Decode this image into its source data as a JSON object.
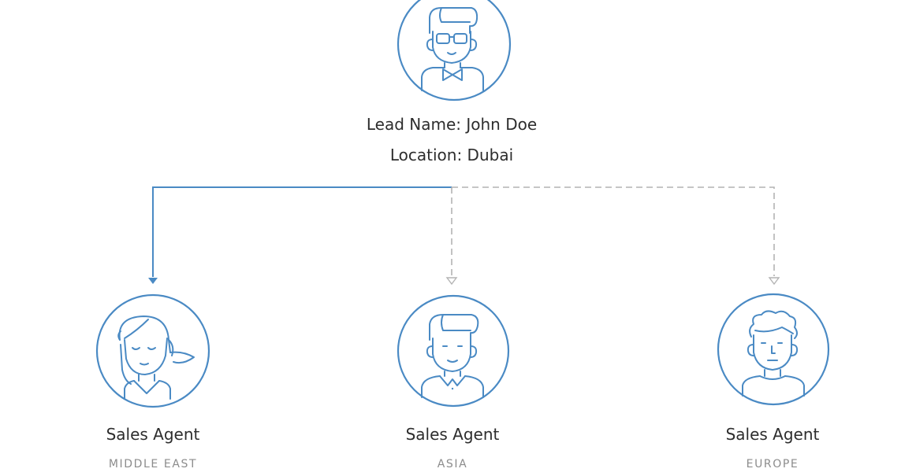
{
  "lead": {
    "name_line": "Lead Name: John Doe",
    "location_line": "Location: Dubai"
  },
  "agents": [
    {
      "title": "Sales Agent",
      "region": "MIDDLE EAST",
      "assigned": true
    },
    {
      "title": "Sales Agent",
      "region": "ASIA",
      "assigned": false
    },
    {
      "title": "Sales Agent",
      "region": "EUROPE",
      "assigned": false
    }
  ],
  "colors": {
    "accent": "#4a8ac4",
    "inactive_connector": "#b3b3b3",
    "primary_text": "#2d2d2d",
    "secondary_text": "#8c8c8c"
  }
}
